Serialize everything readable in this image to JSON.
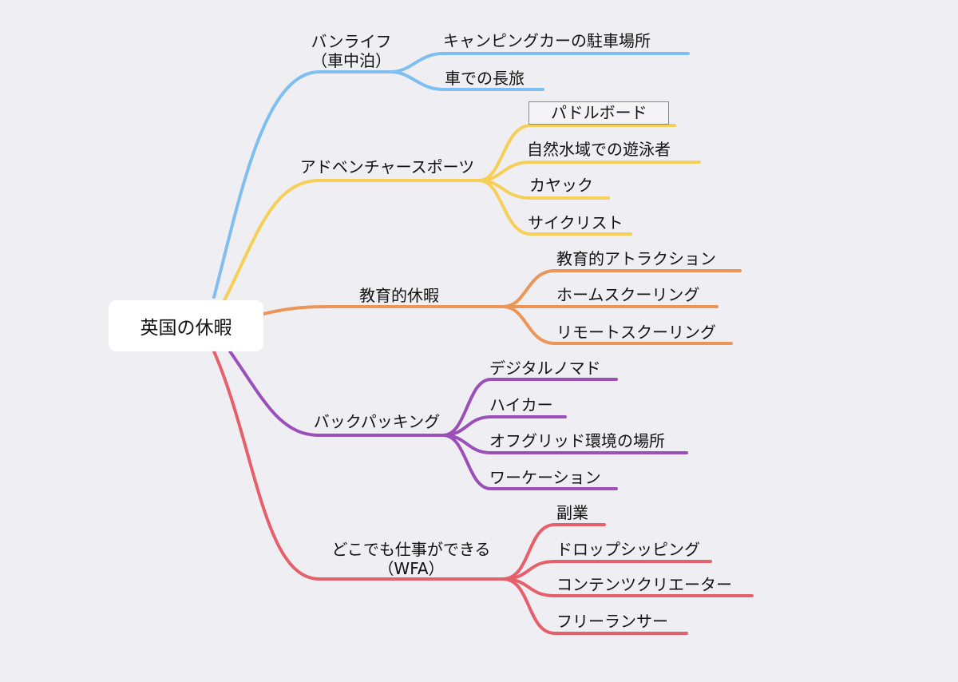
{
  "root": {
    "label": "英国の休暇"
  },
  "colors": {
    "background": "#efeef3",
    "blue": "#7fbef0",
    "yellow": "#f5cf57",
    "orange": "#eb9559",
    "purple": "#9b4fb8",
    "red": "#e5606a"
  },
  "branches": [
    {
      "label_line1": "バンライフ",
      "label_line2": "（車中泊）",
      "children": [
        "キャンピングカーの駐車場所",
        "車での長旅"
      ]
    },
    {
      "label_line1": "アドベンチャースポーツ",
      "children": [
        "パドルボード",
        "自然水域での遊泳者",
        "カヤック",
        "サイクリスト"
      ]
    },
    {
      "label_line1": "教育的休暇",
      "children": [
        "教育的アトラクション",
        "ホームスクーリング",
        "リモートスクーリング"
      ]
    },
    {
      "label_line1": "バックパッキング",
      "children": [
        "デジタルノマド",
        "ハイカー",
        "オフグリッド環境の場所",
        "ワーケーション"
      ]
    },
    {
      "label_line1": "どこでも仕事ができる",
      "label_line2": "（WFA）",
      "children": [
        "副業",
        "ドロップシッピング",
        "コンテンツクリエーター",
        "フリーランサー"
      ]
    }
  ]
}
